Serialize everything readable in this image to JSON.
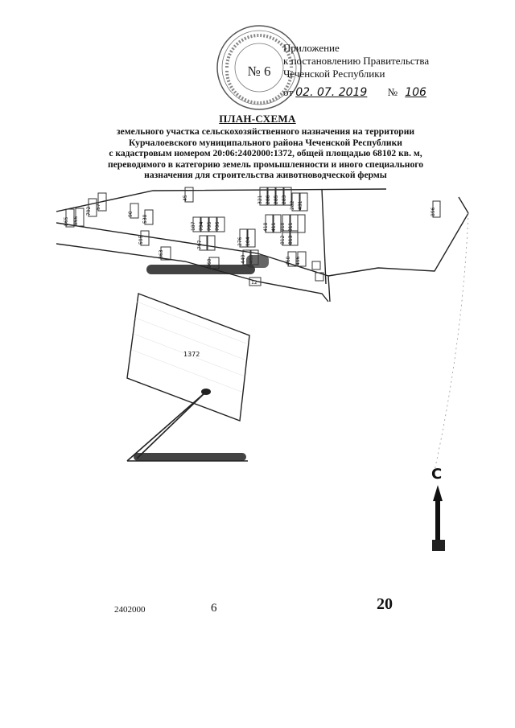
{
  "stamp": {
    "number": "№ 6"
  },
  "appendix": {
    "line1": "Приложение",
    "line2": "к постановлению Правительства",
    "line3": "Чеченской Республики",
    "date_prefix": "от",
    "date": "02. 07. 2019",
    "number_prefix": "№",
    "number": "106"
  },
  "title": "ПЛАН-СХЕМА",
  "subtitle": [
    "земельного участка сельскохозяйственного назначения на территории",
    "Курчалоевского муниципального района Чеченской Республики",
    "с кадастровым номером 20:06:2402000:1372, общей площадью 68102 кв. м,",
    "переводимого в категорию земель промышленности и иного специального",
    "назначения для строительства животноводческой фермы"
  ],
  "map": {
    "parcel_label": "1372",
    "plot_labels": [
      "865",
      "866",
      "792",
      "57",
      "90",
      "538",
      "595",
      "45",
      "187",
      "794",
      "795",
      "796",
      "797",
      "798",
      "363",
      "260",
      "321",
      "286",
      "285",
      "283",
      "282",
      "431",
      "432",
      "896",
      "418",
      "411",
      "810",
      "811",
      "812",
      "813",
      "827",
      "276",
      "104",
      "535",
      "449",
      "460",
      "496",
      "12",
      "93"
    ]
  },
  "north": {
    "label": "С"
  },
  "footer": {
    "code": "2402000",
    "sheet": "6",
    "region": "20"
  }
}
